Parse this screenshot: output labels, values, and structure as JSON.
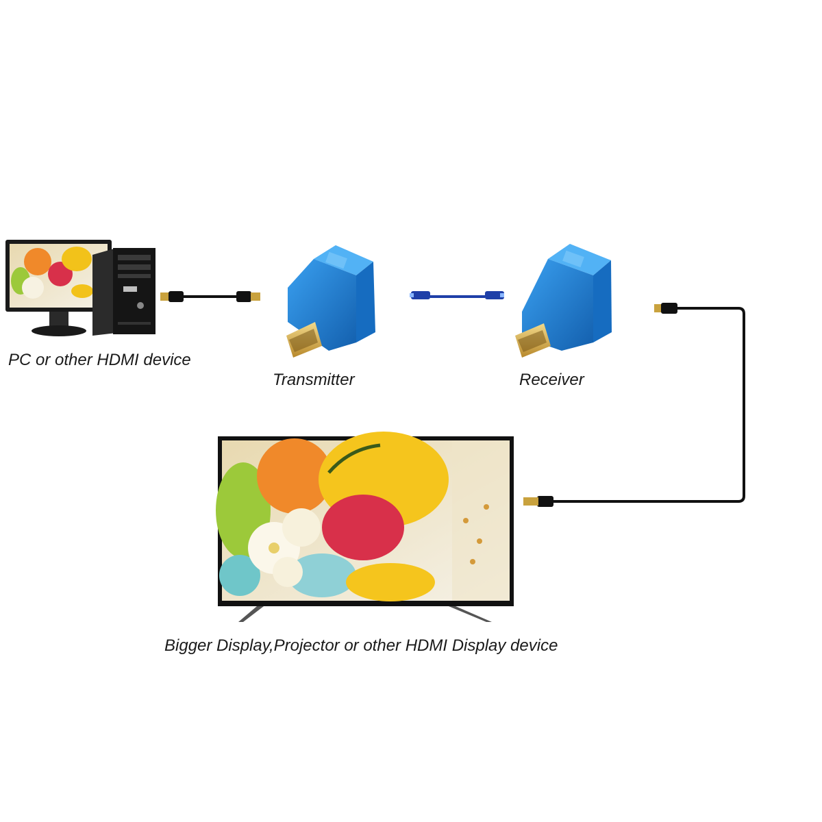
{
  "labels": {
    "source": "PC or other HDMI device",
    "transmitter": "Transmitter",
    "receiver": "Receiver",
    "display": "Bigger Display,Projector or other HDMI Display device"
  },
  "colors": {
    "extender_blue": "#1f7ed8",
    "extender_blue_dark": "#135fad",
    "hdmi_gold": "#d8b04a",
    "cable": "#111111",
    "lan_cable": "#1e3fa8"
  },
  "icons": {
    "source": "desktop-pc-icon",
    "transmitter": "hdmi-extender-icon",
    "receiver": "hdmi-extender-icon",
    "display": "television-icon",
    "link": "ethernet-cable-icon"
  }
}
